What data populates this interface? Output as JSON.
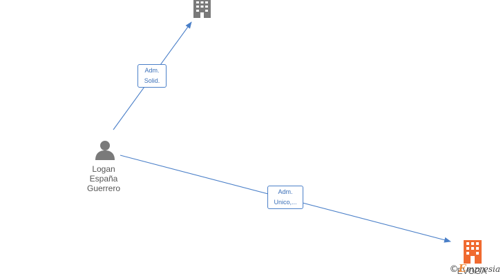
{
  "diagram": {
    "nodes": {
      "person": {
        "label_lines": [
          "Logan",
          "España",
          "Guerrero"
        ],
        "icon": "person-icon",
        "color": "#7a7a7a"
      },
      "company_top": {
        "label": "",
        "icon": "building-icon",
        "color": "#7a7a7a"
      },
      "company_bottom": {
        "label": "EVOGA",
        "icon": "building-icon",
        "color": "#f06a30"
      }
    },
    "edges": [
      {
        "from": "person",
        "to": "company_top",
        "label_lines": [
          "Adm.",
          "Solid."
        ]
      },
      {
        "from": "person",
        "to": "company_bottom",
        "label_lines": [
          "Adm.",
          "Unico,..."
        ]
      }
    ],
    "edge_color": "#4a7fc8"
  },
  "watermark": {
    "copyright": "©",
    "brand_first": "E",
    "brand_rest": "mpresia"
  }
}
